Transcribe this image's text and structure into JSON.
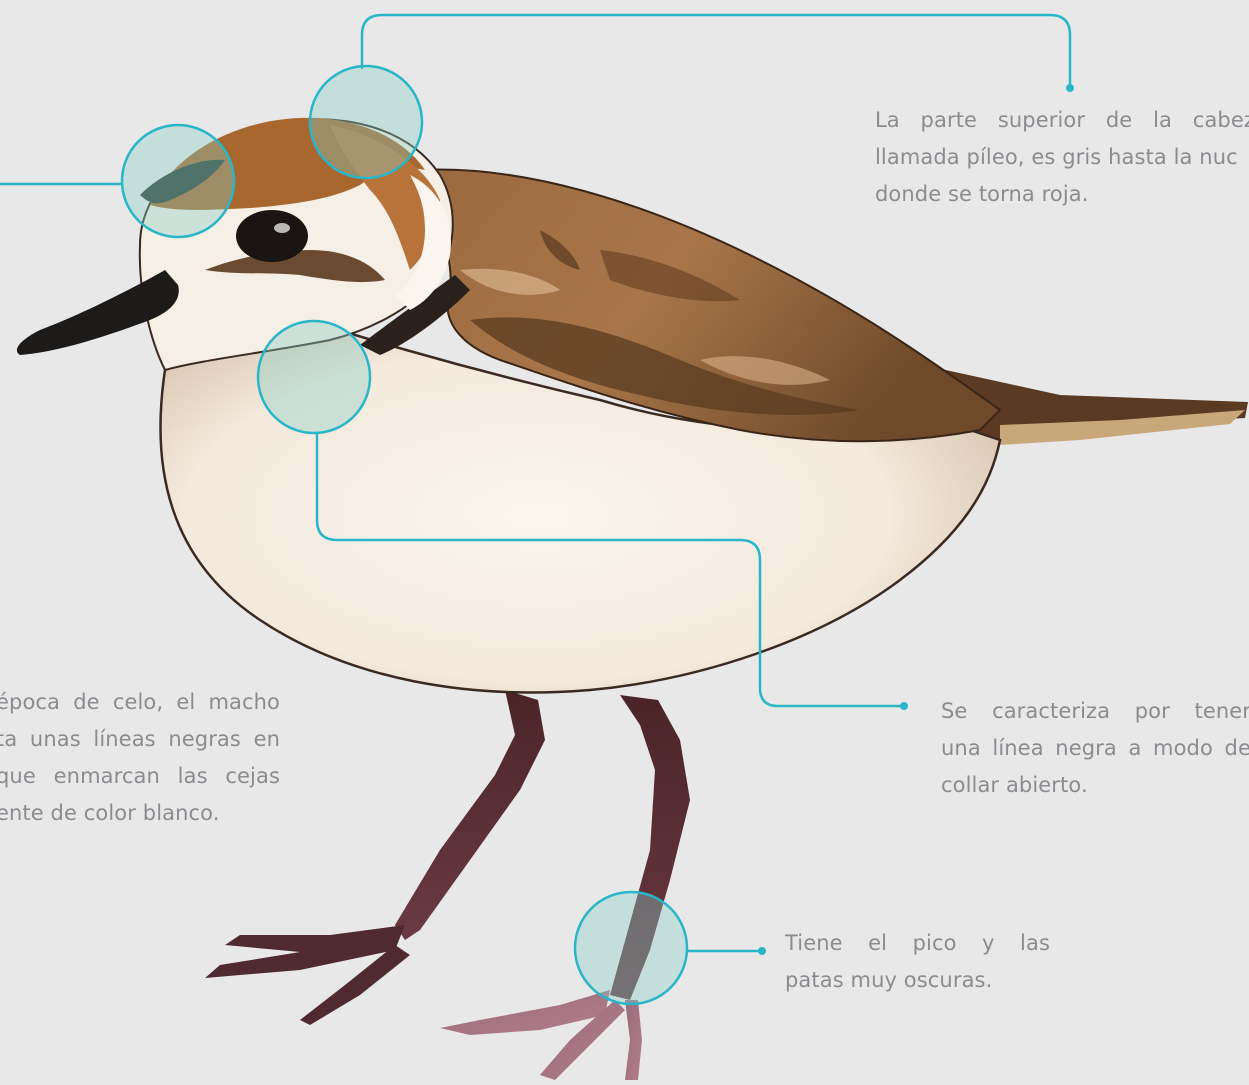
{
  "colors": {
    "background": "#e8e8e9",
    "callout_line": "#29b6c8",
    "callout_fill": "rgba(137, 206, 196, 0.38)",
    "text": "#8a8c8f"
  },
  "callouts": {
    "pileo": {
      "lines": [
        "La parte superior de la cabez",
        "llamada píleo, es gris hasta la nuc",
        "donde se torna roja."
      ]
    },
    "frente": {
      "lines": [
        "época de celo, el macho",
        "ta unas líneas negras en",
        " que enmarcan las cejas",
        "ente de color blanco."
      ]
    },
    "collar": {
      "lines": [
        "Se caracteriza por tener",
        "una línea negra a modo de",
        "collar abierto."
      ]
    },
    "patas": {
      "lines": [
        "Tiene el pico y las",
        "patas muy oscuras."
      ]
    }
  }
}
